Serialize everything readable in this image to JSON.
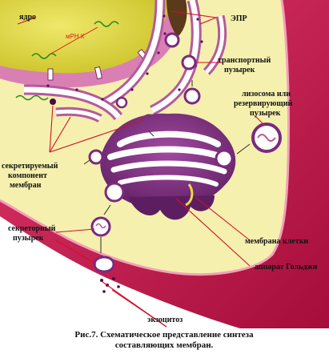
{
  "figure": {
    "labels": {
      "nucleus": "ядро",
      "mrna": "мРН К",
      "er": "ЭПР",
      "transport_vesicle_1": "транспортный",
      "transport_vesicle_2": "пузырек",
      "lysosome_1": "лизосома или",
      "lysosome_2": "резервирующий",
      "lysosome_3": "пузырек",
      "secreted_1": "секретируемый",
      "secreted_2": "компонент",
      "secreted_3": "мембран",
      "secretory_1": "секреторный",
      "secretory_2": "пузырек",
      "cell_membrane": "мембрана клетки",
      "golgi": "аппарат Гольджи",
      "exocytosis": "экзоцитоз"
    },
    "caption_line1": "Рис.7. Схематическое представление синтеза",
    "caption_line2": "составляющих мембран.",
    "colors": {
      "cytoplasm": "#f6f0ae",
      "membrane": "#c4144a",
      "nucleus": "#d9d23a",
      "envelope": "#d97fb4",
      "golgi": "#7a2a7e",
      "er_lumen": "#b35a9b",
      "label_line": "#d0102a"
    }
  }
}
